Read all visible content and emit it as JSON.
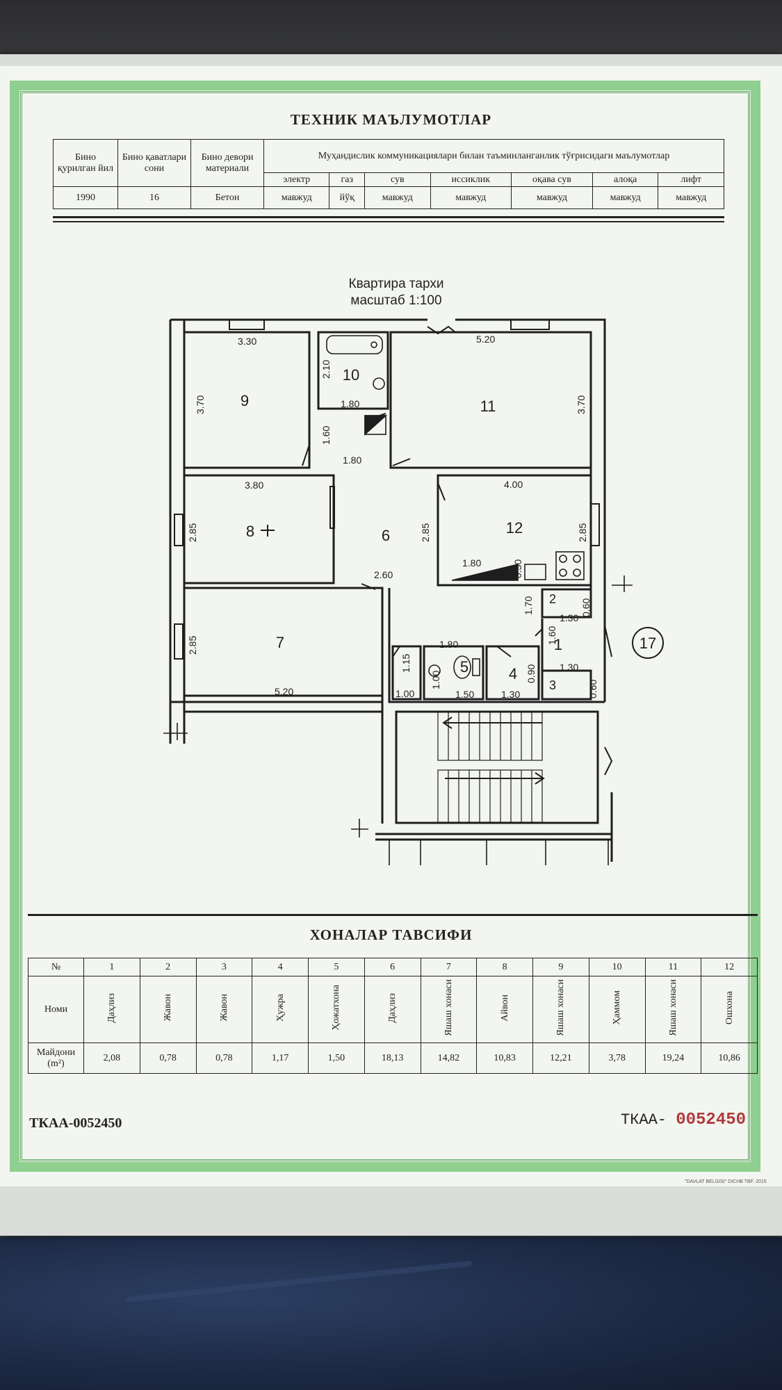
{
  "document": {
    "tech_title": "ТЕХНИК МАЪЛУМОТЛАР",
    "tech_headers": {
      "year": "Бино қурилган йил",
      "floors": "Бино қаватлари сони",
      "wall": "Бино девори материали",
      "comm": "Муҳандислик коммуникациялари билан таъминланганлик тўғрисидаги маълумотлар"
    },
    "utilities": [
      {
        "name": "электр",
        "value": "мавжуд"
      },
      {
        "name": "газ",
        "value": "йўқ"
      },
      {
        "name": "сув",
        "value": "мавжуд"
      },
      {
        "name": "иссиклик",
        "value": "мавжуд"
      },
      {
        "name": "оқава сув",
        "value": "мавжуд"
      },
      {
        "name": "алоқа",
        "value": "мавжуд"
      },
      {
        "name": "лифт",
        "value": "мавжуд"
      }
    ],
    "building": {
      "year": "1990",
      "floors": "16",
      "wall": "Бетон"
    },
    "plan_title_1": "Квартира тархи",
    "plan_title_2": "масштаб 1:100",
    "apartment_number": "17",
    "rooms_title": "ХОНАЛАР ТАВСИФИ",
    "rooms_labels": {
      "num": "№",
      "name": "Номи",
      "area_1": "Майдони",
      "area_2": "(m²)"
    },
    "rooms": [
      {
        "n": "1",
        "name": "Даҳлиз",
        "area": "2,08"
      },
      {
        "n": "2",
        "name": "Жавон",
        "area": "0,78"
      },
      {
        "n": "3",
        "name": "Жавон",
        "area": "0,78"
      },
      {
        "n": "4",
        "name": "Ҳужра",
        "area": "1,17"
      },
      {
        "n": "5",
        "name": "Ҳожатхона",
        "area": "1,50"
      },
      {
        "n": "6",
        "name": "Даҳлиз",
        "area": "18,13"
      },
      {
        "n": "7",
        "name": "Яшаш хонаси",
        "area": "14,82"
      },
      {
        "n": "8",
        "name": "Айвон",
        "area": "10,83"
      },
      {
        "n": "9",
        "name": "Яшаш хонаси",
        "area": "12,21"
      },
      {
        "n": "10",
        "name": "Ҳаммом",
        "area": "3,78"
      },
      {
        "n": "11",
        "name": "Яшаш хонаси",
        "area": "19,24"
      },
      {
        "n": "12",
        "name": "Ошхона",
        "area": "10,86"
      }
    ],
    "footer_left": "ТКАА-0052450",
    "footer_right_prefix": "ТКАА-",
    "footer_right_number": "0052450",
    "printer_mark": "\"DAVLAT BELGISI\" DICHB TBF. 2015"
  },
  "plan": {
    "room_numbers": [
      "9",
      "10",
      "11",
      "8",
      "6",
      "12",
      "7",
      "2",
      "1",
      "5",
      "4",
      "3"
    ],
    "dimensions": [
      "3.30",
      "5.20",
      "2.10",
      "1.80",
      "3.70",
      "3.70",
      "1.60",
      "1.80",
      "3.80",
      "4.00",
      "2.85",
      "2.85",
      "2.85",
      "2.85",
      "1.80",
      "0.30",
      "2.60",
      "0.60",
      "1.70",
      "1.30",
      "1.60",
      "1.80",
      "1.15",
      "1.00",
      "1.50",
      "1.30",
      "0.90",
      "1.30",
      "0.60",
      "1.00",
      "5.20"
    ]
  }
}
